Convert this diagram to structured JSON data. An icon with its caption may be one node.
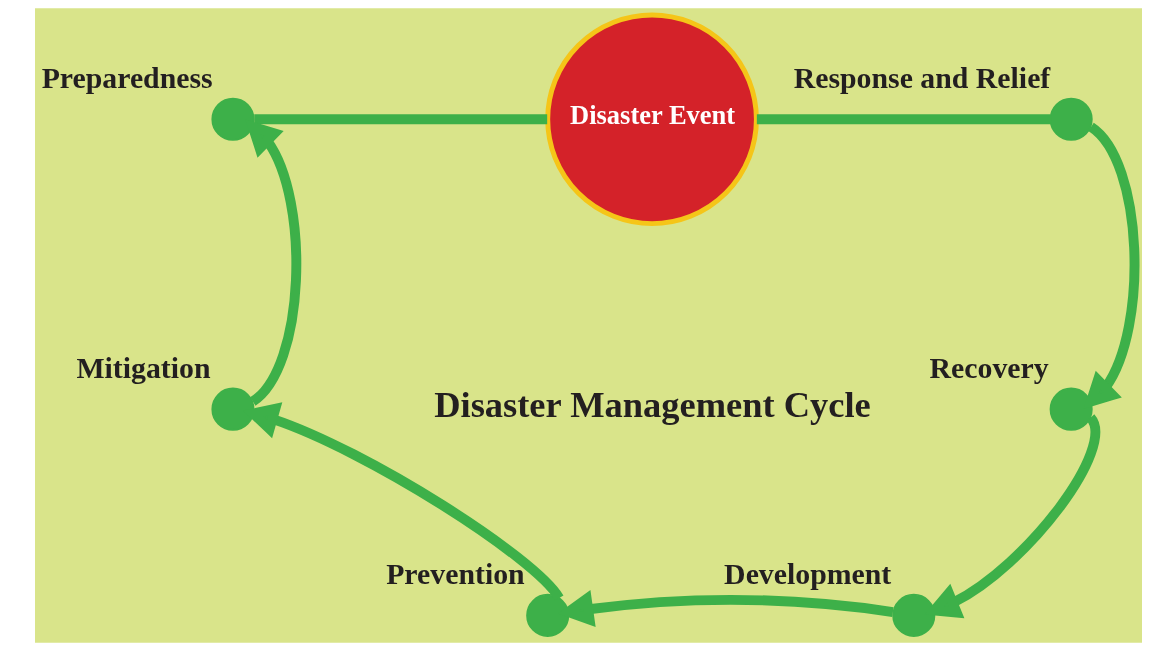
{
  "diagram": {
    "nodes": [
      {
        "text": [],
        "shape": "circle",
        "beside": [
          "Preparedness"
        ]
      },
      {
        "text": [
          "Disaster Event"
        ]
      },
      {
        "text": [],
        "shape": "circle",
        "beside": [
          "Response and Relief"
        ]
      },
      {
        "text": [],
        "shape": "circle",
        "beside": [
          "Recovery"
        ]
      },
      {
        "text": [],
        "shape": "circle",
        "beside": [
          "Development"
        ]
      },
      {
        "text": [],
        "shape": "circle",
        "beside": [
          "Prevention"
        ]
      },
      {
        "text": [],
        "shape": "circle",
        "beside": [
          "Mitigation"
        ]
      }
    ],
    "edges": [
      {
        "from": 0,
        "to": 1,
        "arrow": "none"
      },
      {
        "from": 1,
        "to": 2,
        "arrow": "none"
      },
      {
        "from": 2,
        "to": 3,
        "arrow": "to"
      },
      {
        "from": 3,
        "to": 4,
        "arrow": "to"
      },
      {
        "from": 4,
        "to": 5,
        "arrow": "to"
      },
      {
        "from": 5,
        "to": 6,
        "arrow": "to"
      },
      {
        "from": 6,
        "to": 0,
        "arrow": "to"
      }
    ],
    "labels": [
      "Disaster Management Cycle"
    ]
  }
}
